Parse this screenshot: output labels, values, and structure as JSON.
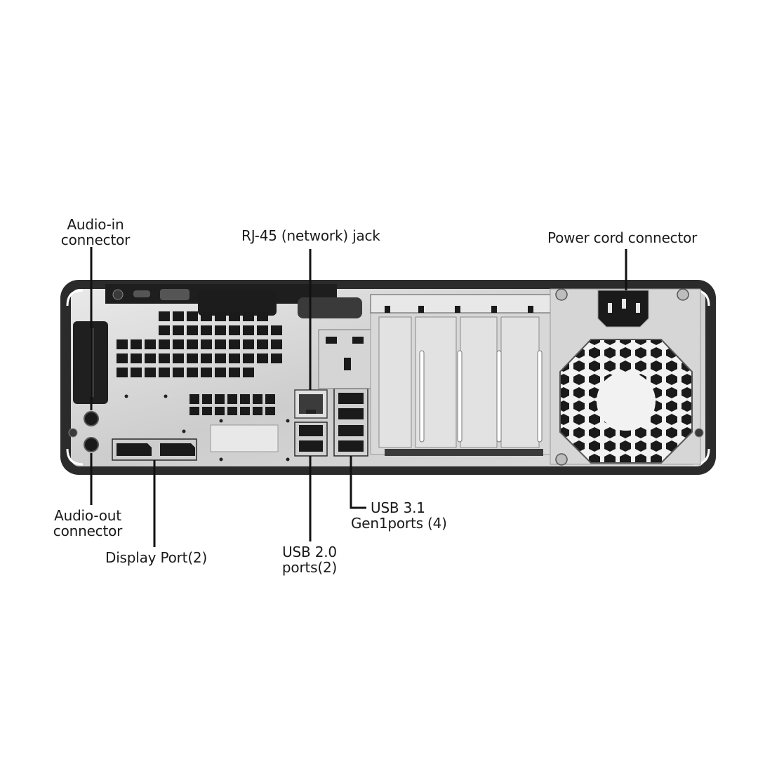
{
  "labels": {
    "audio_in": [
      "Audio-in",
      "connector"
    ],
    "rj45": "RJ-45 (network) jack",
    "power": "Power cord connector",
    "audio_out": [
      "Audio-out",
      "connector"
    ],
    "display_port": "Display Port(2)",
    "usb20": [
      "USB 2.0",
      "ports(2)"
    ],
    "usb31": [
      "USB 3.1",
      "Gen1ports (4)"
    ]
  },
  "colors": {
    "chassis_frame": "#2b2b2b",
    "panel": "#cfcfcf",
    "panel_light": "#e4e4e4",
    "port_dark": "#1c1c1c",
    "callout_line": "#111111"
  }
}
